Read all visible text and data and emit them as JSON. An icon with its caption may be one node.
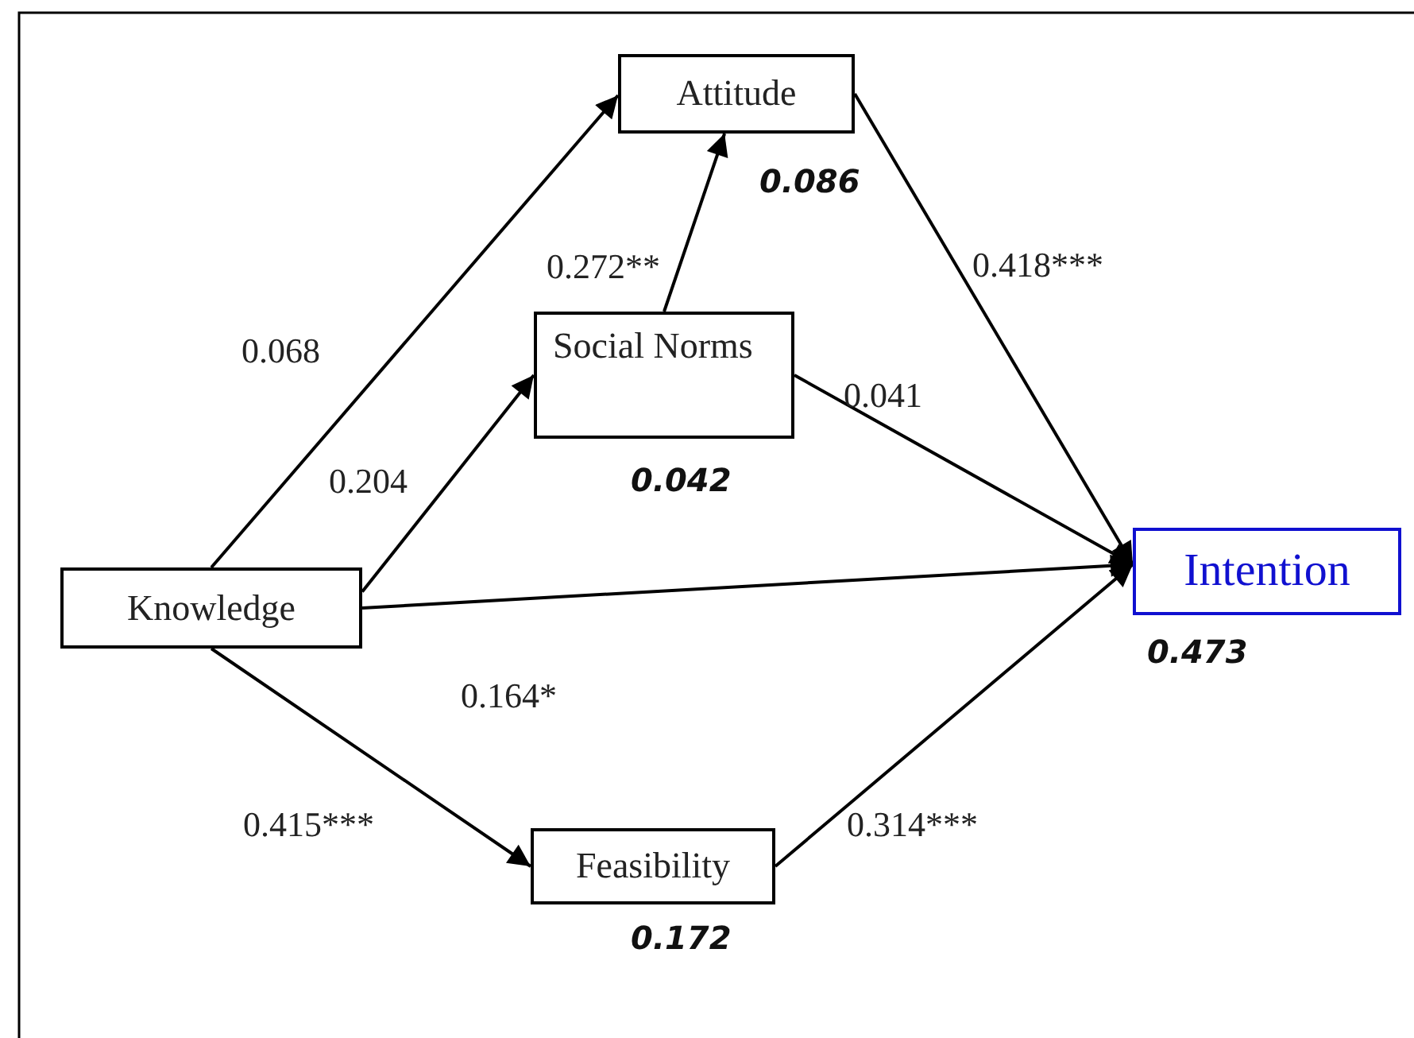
{
  "diagram": {
    "nodes": [
      {
        "text": [
          "Attitude"
        ],
        "beside": [
          "0.086"
        ]
      },
      {
        "text": [
          "Social Norms"
        ],
        "beside": [
          "0.042"
        ]
      },
      {
        "text": [
          "Knowledge"
        ]
      },
      {
        "text": [
          "Intention"
        ],
        "beside": [
          "0.473"
        ]
      },
      {
        "text": [
          "Feasibility"
        ],
        "beside": [
          "0.172"
        ]
      }
    ],
    "edges": [
      {
        "from": 2,
        "to": 0,
        "arrow": "to",
        "label": "0.068"
      },
      {
        "from": 2,
        "to": 1,
        "arrow": "to",
        "label": "0.204"
      },
      {
        "from": 1,
        "to": 0,
        "arrow": "to",
        "label": "0.272**"
      },
      {
        "from": 0,
        "to": 3,
        "arrow": "to",
        "label": "0.418***"
      },
      {
        "from": 1,
        "to": 3,
        "arrow": "to",
        "label": "0.041"
      },
      {
        "from": 2,
        "to": 3,
        "arrow": "to",
        "label": "0.164*"
      },
      {
        "from": 2,
        "to": 4,
        "arrow": "to",
        "label": "0.415***"
      },
      {
        "from": 4,
        "to": 3,
        "arrow": "to",
        "label": "0.314***"
      }
    ]
  }
}
